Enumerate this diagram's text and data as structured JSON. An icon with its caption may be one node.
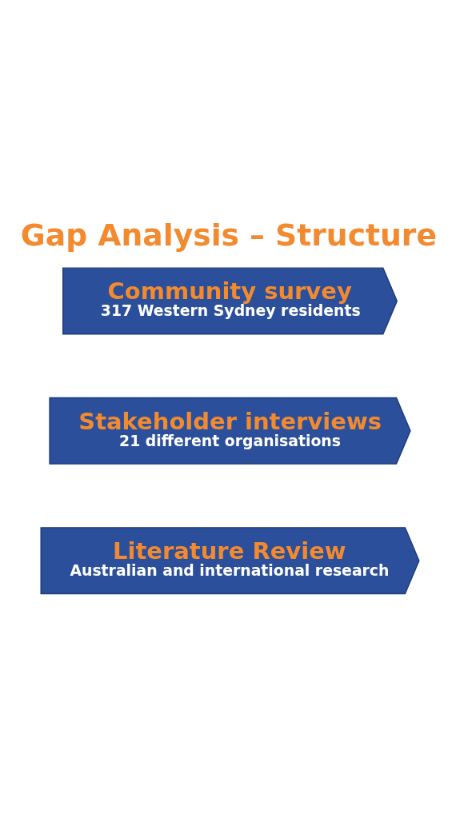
{
  "diagram": {
    "title": "Gap Analysis – Structure",
    "nodes": [
      {
        "text": [
          "Literature Review",
          "Australian and international research"
        ]
      },
      {
        "text": [
          "Stakeholder interviews",
          "21 different organisations"
        ]
      },
      {
        "text": [
          "Community survey",
          "317 Western Sydney residents"
        ]
      }
    ]
  }
}
